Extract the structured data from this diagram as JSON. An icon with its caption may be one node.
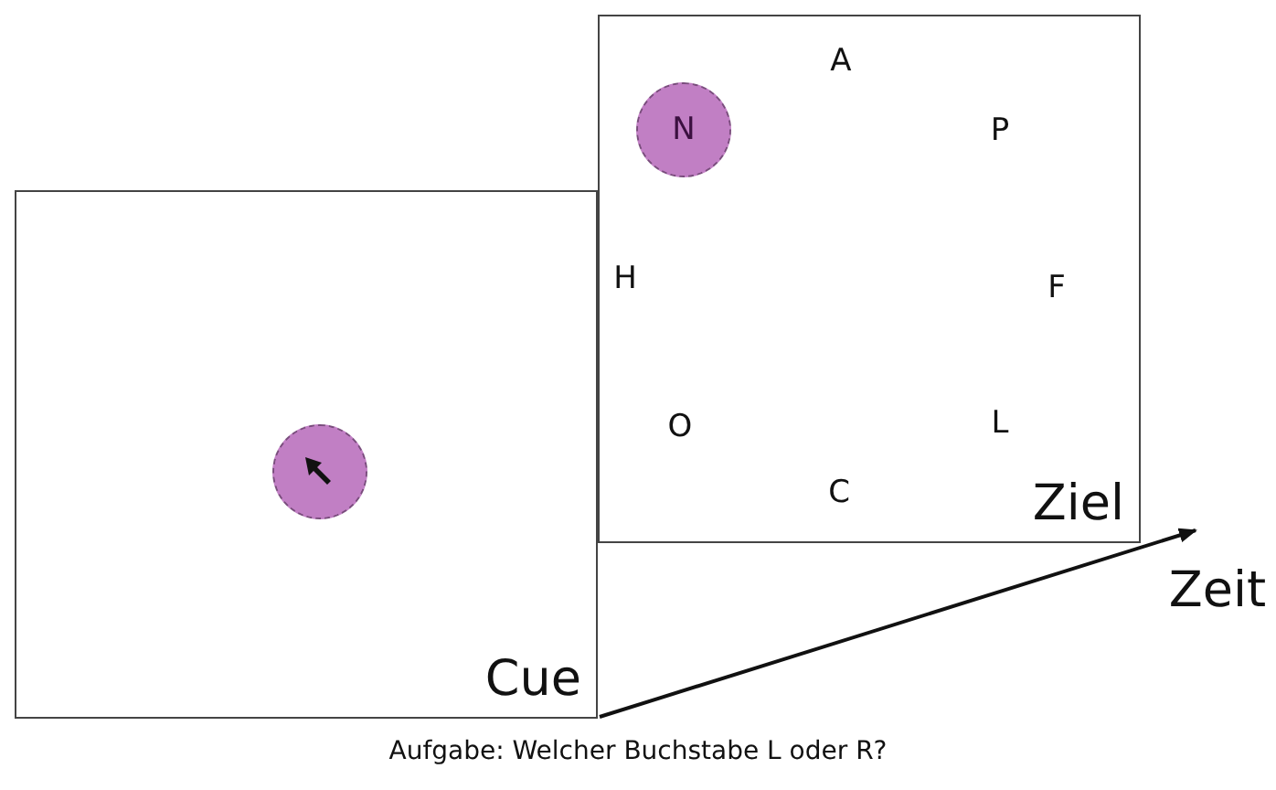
{
  "diagram": {
    "caption": "Aufgabe: Welcher Buchstabe L oder R?",
    "nodes": [
      {
        "text": [
          "Ziel"
        ]
      },
      {
        "text": [
          "N"
        ],
        "in": 0
      },
      {
        "text": [
          "Cue"
        ]
      },
      {
        "text": [],
        "shape": "circle",
        "in": 2
      }
    ],
    "edges": [],
    "labels": [
      "A",
      "P",
      "H",
      "F",
      "O",
      "L",
      "C",
      "Zeit"
    ]
  }
}
